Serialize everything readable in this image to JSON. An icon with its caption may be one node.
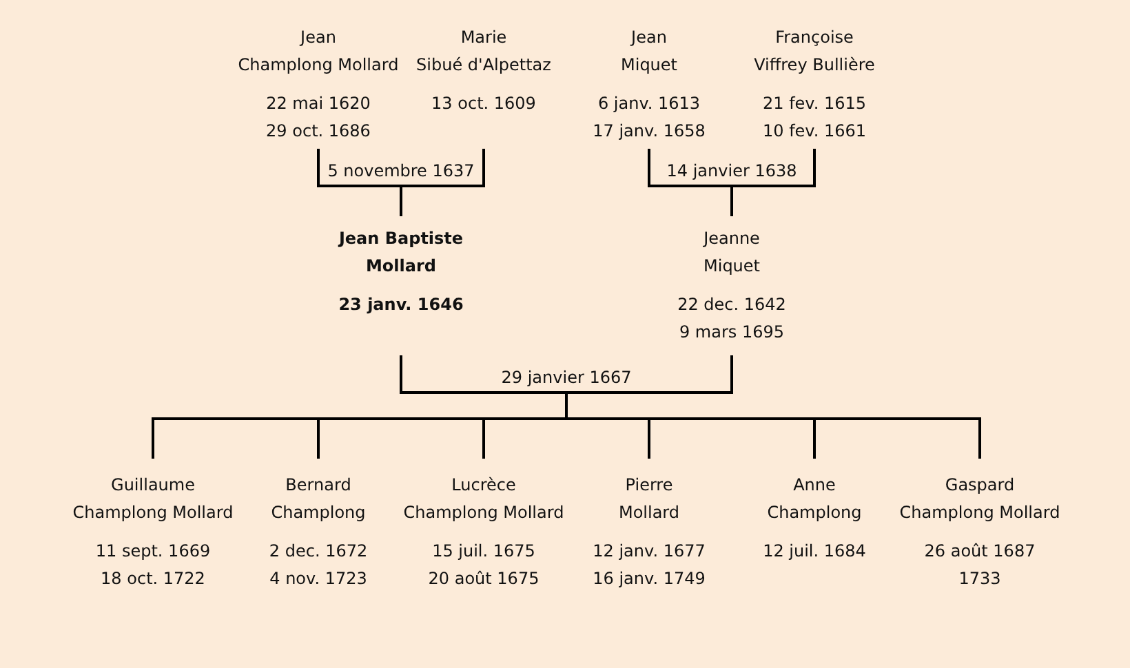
{
  "diagram": {
    "nodes": [
      {
        "text": [
          "Jean Champlong Mollard",
          "22 mai 1620 29 oct. 1686"
        ]
      },
      {
        "text": [
          "Marie Sibué d'Alpettaz",
          "13 oct. 1609"
        ]
      },
      {
        "text": [
          "Jean Miquet",
          "6 janv. 1613 17 janv. 1658"
        ]
      },
      {
        "text": [
          "Françoise Viffrey Bullière",
          "21 fev. 1615 10 fev. 1661"
        ]
      },
      {
        "text": [
          "Jean Baptiste Mollard",
          "23 janv. 1646"
        ]
      },
      {
        "text": [
          "Jeanne Miquet",
          "22 dec. 1642 9 mars 1695"
        ]
      },
      {
        "text": [
          "Guillaume Champlong Mollard",
          "11 sept. 1669 18 oct. 1722"
        ]
      },
      {
        "text": [
          "Bernard Champlong",
          "2 dec. 1672 4 nov. 1723"
        ]
      },
      {
        "text": [
          "Lucrèce Champlong Mollard",
          "15 juil. 1675 20 août 1675"
        ]
      },
      {
        "text": [
          "Pierre Mollard",
          "12 janv. 1677 16 janv. 1749"
        ]
      },
      {
        "text": [
          "Anne Champlong",
          "12 juil. 1684"
        ]
      },
      {
        "text": [
          "Gaspard Champlong Mollard",
          "26 août 1687 1733"
        ]
      }
    ],
    "edges": [
      {
        "from": 0,
        "to": 4,
        "arrow": "none",
        "label": "5 novembre 1637"
      },
      {
        "from": 1,
        "to": 4,
        "arrow": "none"
      },
      {
        "from": 2,
        "to": 5,
        "arrow": "none",
        "label": "14 janvier 1638"
      },
      {
        "from": 3,
        "to": 5,
        "arrow": "none"
      },
      {
        "from": 4,
        "to": 6,
        "arrow": "none",
        "label": "29 janvier 1667"
      },
      {
        "from": 5,
        "to": 6,
        "arrow": "none"
      },
      {
        "from": 4,
        "to": 7,
        "arrow": "none"
      },
      {
        "from": 5,
        "to": 7,
        "arrow": "none"
      },
      {
        "from": 4,
        "to": 8,
        "arrow": "none"
      },
      {
        "from": 5,
        "to": 8,
        "arrow": "none"
      },
      {
        "from": 4,
        "to": 9,
        "arrow": "none"
      },
      {
        "from": 5,
        "to": 9,
        "arrow": "none"
      },
      {
        "from": 4,
        "to": 10,
        "arrow": "none"
      },
      {
        "from": 5,
        "to": 10,
        "arrow": "none"
      },
      {
        "from": 4,
        "to": 11,
        "arrow": "none"
      },
      {
        "from": 5,
        "to": 11,
        "arrow": "none"
      }
    ]
  }
}
